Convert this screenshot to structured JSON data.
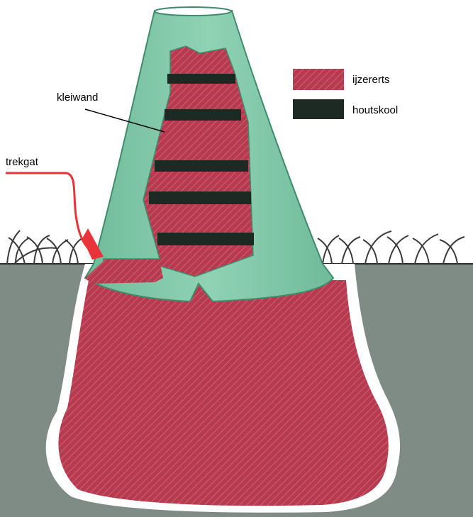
{
  "labels": {
    "clay_wall": "kleiwand",
    "draft_hole": "trekgat"
  },
  "legend": [
    {
      "label": "ijzererts",
      "color": "#b83a4e"
    },
    {
      "label": "houtskool",
      "color": "#1d2a24"
    }
  ],
  "colors": {
    "ground": "#7f8c85",
    "ground_dark": "#5f6b65",
    "clay": "#7fc7a7",
    "clay_edge": "#3f8c6c",
    "ore": "#b83a4e",
    "ore_stripe": "#cf6d7e",
    "charcoal": "#1d2a24",
    "accent_line": "#e8333a",
    "grass": "#3b3b3b"
  }
}
